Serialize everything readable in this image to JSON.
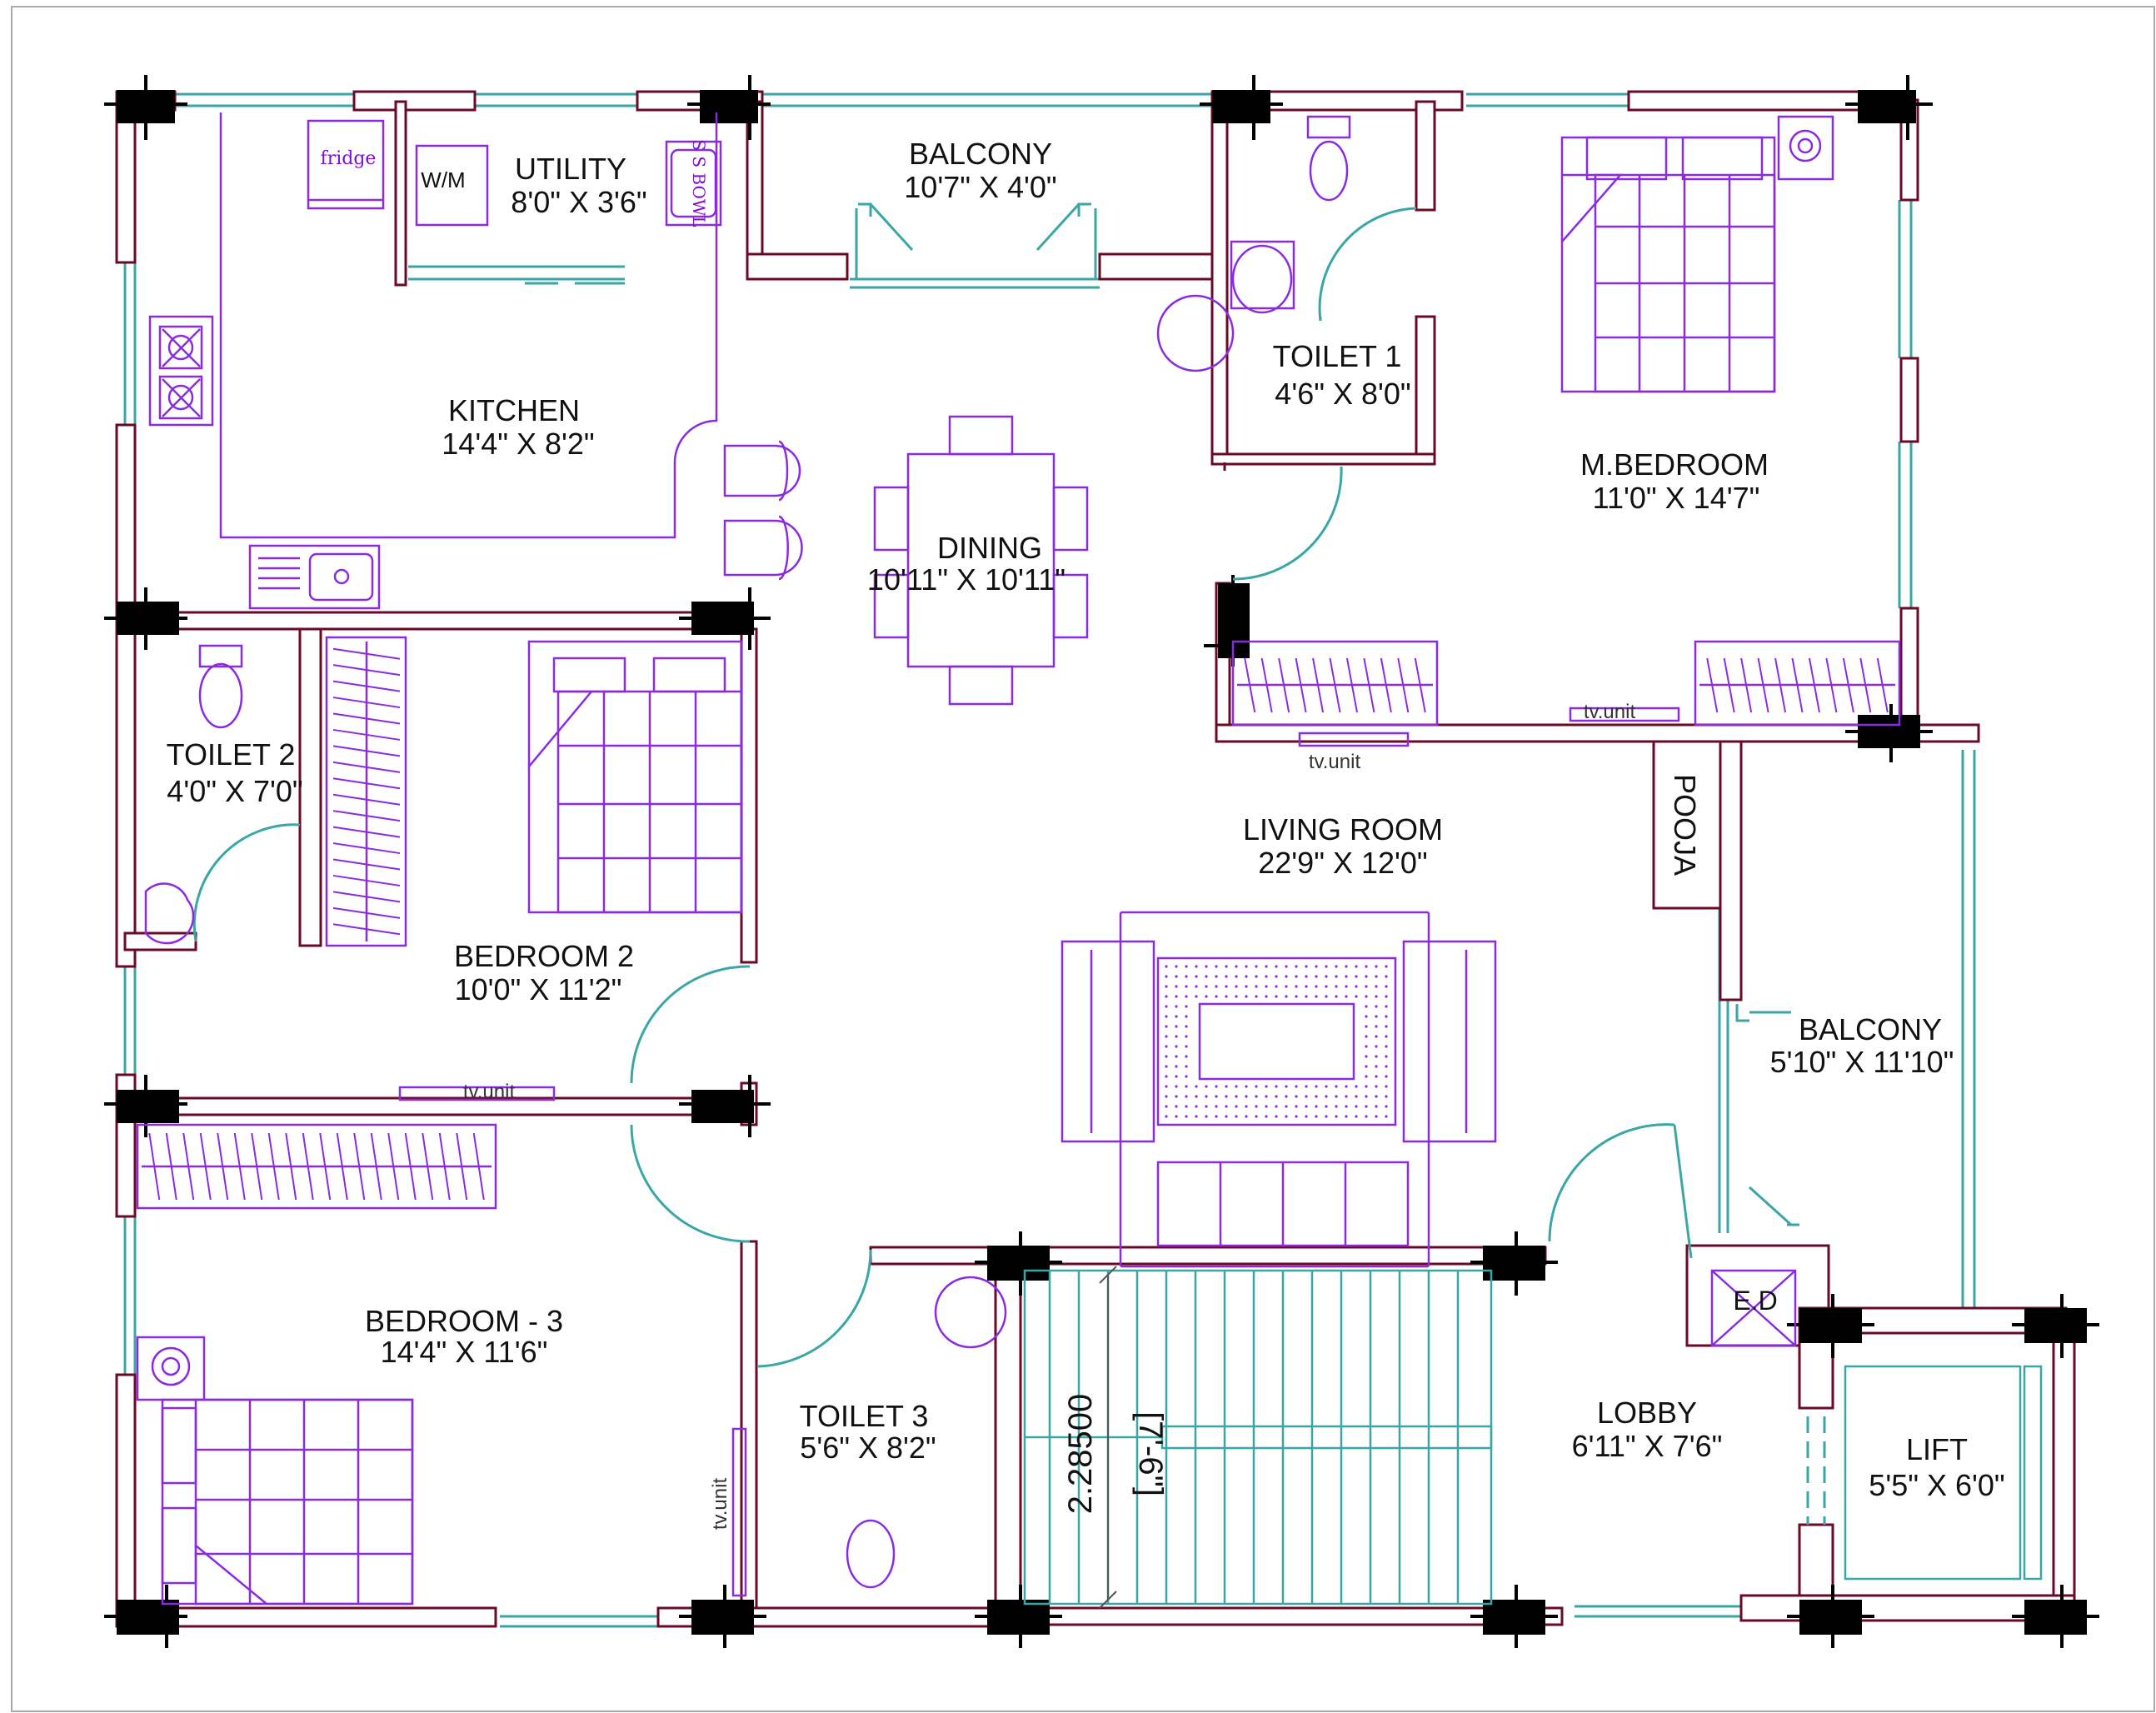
{
  "rooms": {
    "utility": {
      "name": "UTILITY",
      "size": "8'0\" X 3'6\""
    },
    "balcony_top": {
      "name": "BALCONY",
      "size": "10'7\" X 4'0\""
    },
    "kitchen": {
      "name": "KITCHEN",
      "size": "14'4\" X 8'2\""
    },
    "dining": {
      "name": "DINING",
      "size": "10'11\" X 10'11\""
    },
    "toilet1": {
      "name": "TOILET 1",
      "size": "4'6\" X 8'0\""
    },
    "mbedroom": {
      "name": "M.BEDROOM",
      "size": "11'0\" X 14'7\""
    },
    "toilet2": {
      "name": "TOILET 2",
      "size": "4'0\" X 7'0\""
    },
    "bedroom2": {
      "name": "BEDROOM 2",
      "size": "10'0\" X 11'2\""
    },
    "living": {
      "name": "LIVING ROOM",
      "size": "22'9\" X 12'0\""
    },
    "pooja": {
      "name": "POOJA"
    },
    "balcony_right": {
      "name": "BALCONY",
      "size": "5'10\" X 11'10\""
    },
    "bedroom3": {
      "name": "BEDROOM - 3",
      "size": "14'4\" X 11'6\""
    },
    "toilet3": {
      "name": "TOILET 3",
      "size": "5'6\" X 8'2\""
    },
    "lobby": {
      "name": "LOBBY",
      "size": "6'11\" X 7'6\""
    },
    "lift": {
      "name": "LIFT",
      "size": "5'5\" X 6'0\""
    },
    "ed": {
      "name": "E.D"
    }
  },
  "fixtures": {
    "fridge": "fridge",
    "wm": "W/M",
    "ss_bowl": "S S BOWL",
    "tv_unit": "tv.unit"
  },
  "dimension": {
    "value": "2.28500",
    "text": "[7'-6\"]"
  },
  "colors": {
    "wall": "#6b0a24",
    "window": "#3aa6a6",
    "furniture": "#8a2be2",
    "column": "#000000"
  }
}
